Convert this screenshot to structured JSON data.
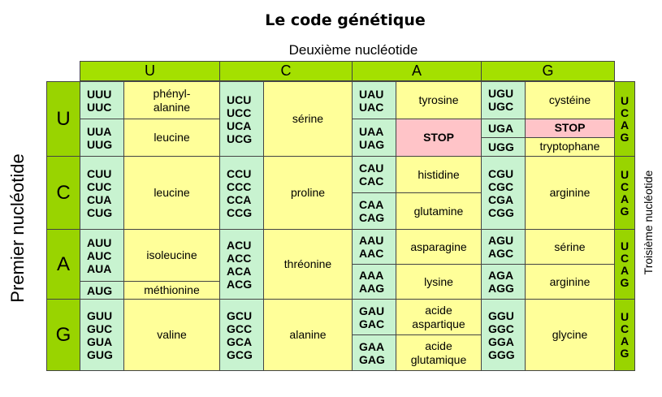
{
  "title": "Le code génétique",
  "second_label": "Deuxième nucléotide",
  "first_label": "Premier nucléotide",
  "third_label": "Troisième nucléotide",
  "bases": [
    "U",
    "C",
    "A",
    "G"
  ],
  "third_bases": [
    "U",
    "C",
    "A",
    "G"
  ],
  "blocks": [
    [
      [
        {
          "codons": [
            "UUU",
            "UUC"
          ],
          "aa": "phényl- alanine"
        },
        {
          "codons": [
            "UUA",
            "UUG"
          ],
          "aa": "leucine"
        }
      ],
      [
        {
          "codons": [
            "UCU",
            "UCC",
            "UCA",
            "UCG"
          ],
          "aa": "sérine"
        }
      ],
      [
        {
          "codons": [
            "UAU",
            "UAC"
          ],
          "aa": "tyrosine"
        },
        {
          "codons": [
            "UAA",
            "UAG"
          ],
          "aa": "STOP",
          "stop": true
        }
      ],
      [
        {
          "codons": [
            "UGU",
            "UGC"
          ],
          "aa": "cystéine"
        },
        {
          "codons": [
            "UGA"
          ],
          "aa": "STOP",
          "stop": true
        },
        {
          "codons": [
            "UGG"
          ],
          "aa": "tryptophane"
        }
      ]
    ],
    [
      [
        {
          "codons": [
            "CUU",
            "CUC",
            "CUA",
            "CUG"
          ],
          "aa": "leucine"
        }
      ],
      [
        {
          "codons": [
            "CCU",
            "CCC",
            "CCA",
            "CCG"
          ],
          "aa": "proline"
        }
      ],
      [
        {
          "codons": [
            "CAU",
            "CAC"
          ],
          "aa": "histidine"
        },
        {
          "codons": [
            "CAA",
            "CAG"
          ],
          "aa": "glutamine"
        }
      ],
      [
        {
          "codons": [
            "CGU",
            "CGC",
            "CGA",
            "CGG"
          ],
          "aa": "arginine"
        }
      ]
    ],
    [
      [
        {
          "codons": [
            "AUU",
            "AUC",
            "AUA"
          ],
          "aa": "isoleucine"
        },
        {
          "codons": [
            "AUG"
          ],
          "aa": "méthionine"
        }
      ],
      [
        {
          "codons": [
            "ACU",
            "ACC",
            "ACA",
            "ACG"
          ],
          "aa": "thréonine"
        }
      ],
      [
        {
          "codons": [
            "AAU",
            "AAC"
          ],
          "aa": "asparagine"
        },
        {
          "codons": [
            "AAA",
            "AAG"
          ],
          "aa": "lysine"
        }
      ],
      [
        {
          "codons": [
            "AGU",
            "AGC"
          ],
          "aa": "sérine"
        },
        {
          "codons": [
            "AGA",
            "AGG"
          ],
          "aa": "arginine"
        }
      ]
    ],
    [
      [
        {
          "codons": [
            "GUU",
            "GUC",
            "GUA",
            "GUG"
          ],
          "aa": "valine"
        }
      ],
      [
        {
          "codons": [
            "GCU",
            "GCC",
            "GCA",
            "GCG"
          ],
          "aa": "alanine"
        }
      ],
      [
        {
          "codons": [
            "GAU",
            "GAC"
          ],
          "aa": "acide aspartique"
        },
        {
          "codons": [
            "GAA",
            "GAG"
          ],
          "aa": "acide glutamique"
        }
      ],
      [
        {
          "codons": [
            "GGU",
            "GGC",
            "GGA",
            "GGG"
          ],
          "aa": "glycine"
        }
      ]
    ]
  ],
  "colors": {
    "header": "#a4e000",
    "codon": "#c8f3d0",
    "amino": "#ffff99",
    "stop": "#ffc4c8"
  }
}
